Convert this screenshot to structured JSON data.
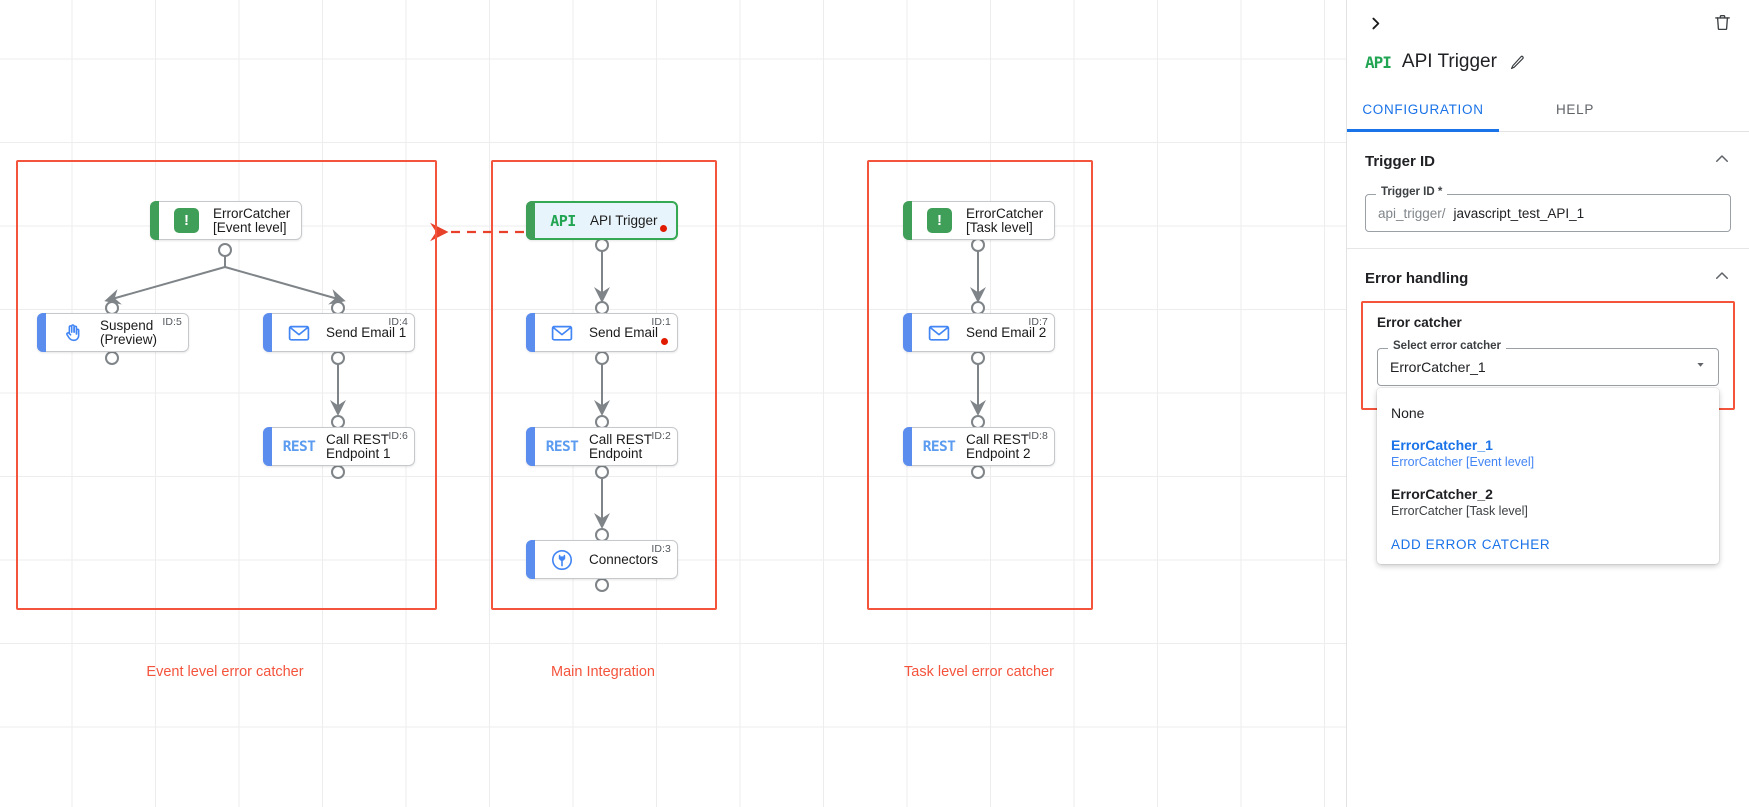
{
  "canvas": {
    "groups": [
      {
        "id": "event-level",
        "label": "Event level error catcher"
      },
      {
        "id": "main-integration",
        "label": "Main Integration"
      },
      {
        "id": "task-level",
        "label": "Task level error catcher"
      }
    ],
    "nodes": [
      {
        "key": "errorcatcher_event",
        "label": "ErrorCatcher\n[Event level]",
        "icon": "error-catcher-icon",
        "accent": "#3f9e57",
        "id_badge": "",
        "selected": false,
        "error_dot": false
      },
      {
        "key": "suspend",
        "label": "Suspend\n(Preview)",
        "icon": "suspend-hand-icon",
        "accent": "#5b8def",
        "id_badge": "ID:5",
        "selected": false,
        "error_dot": false
      },
      {
        "key": "send_email_1",
        "label": "Send Email 1",
        "icon": "email-icon",
        "accent": "#5b8def",
        "id_badge": "ID:4",
        "selected": false,
        "error_dot": false
      },
      {
        "key": "call_rest_1",
        "label": "Call REST\nEndpoint 1",
        "icon": "rest-icon",
        "accent": "#5b8def",
        "id_badge": "ID:6",
        "selected": false,
        "error_dot": false
      },
      {
        "key": "api_trigger",
        "label": "API Trigger",
        "icon": "api-icon",
        "accent": "#3f9e57",
        "id_badge": "",
        "selected": true,
        "error_dot": true
      },
      {
        "key": "send_email",
        "label": "Send Email",
        "icon": "email-icon",
        "accent": "#5b8def",
        "id_badge": "ID:1",
        "selected": false,
        "error_dot": true
      },
      {
        "key": "call_rest",
        "label": "Call REST\nEndpoint",
        "icon": "rest-icon",
        "accent": "#5b8def",
        "id_badge": "ID:2",
        "selected": false,
        "error_dot": false
      },
      {
        "key": "connectors",
        "label": "Connectors",
        "icon": "connectors-icon",
        "accent": "#5b8def",
        "id_badge": "ID:3",
        "selected": false,
        "error_dot": false
      },
      {
        "key": "errorcatcher_task",
        "label": "ErrorCatcher\n[Task level]",
        "icon": "error-catcher-icon",
        "accent": "#3f9e57",
        "id_badge": "",
        "selected": false,
        "error_dot": false
      },
      {
        "key": "send_email_2",
        "label": "Send Email 2",
        "icon": "email-icon",
        "accent": "#5b8def",
        "id_badge": "ID:7",
        "selected": false,
        "error_dot": false
      },
      {
        "key": "call_rest_2",
        "label": "Call REST\nEndpoint 2",
        "icon": "rest-icon",
        "accent": "#5b8def",
        "id_badge": "ID:8",
        "selected": false,
        "error_dot": false
      }
    ],
    "colors": {
      "group_border": "#f4533c",
      "node_accent_green": "#3f9e57",
      "node_accent_blue": "#5b8def",
      "selected_border": "#34a853",
      "selected_fill": "#e8f4fb",
      "error_dot": "#e01b00",
      "connector": "#7f8488",
      "grid": "#ededed"
    }
  },
  "panel": {
    "collapse_icon": "chevron-right-icon",
    "delete_icon": "trash-icon",
    "logo_text": "API",
    "title": "API Trigger",
    "edit_icon": "pencil-icon",
    "tabs": [
      {
        "label": "CONFIGURATION",
        "active": true
      },
      {
        "label": "HELP",
        "active": false
      }
    ],
    "trigger_section": {
      "heading": "Trigger ID",
      "collapse_icon": "chevron-up-icon",
      "field_label": "Trigger ID *",
      "prefix": "api_trigger/",
      "value": "javascript_test_API_1"
    },
    "error_section": {
      "heading": "Error handling",
      "collapse_icon": "chevron-up-icon",
      "box_title": "Error catcher",
      "select_label": "Select error catcher",
      "selected_value": "ErrorCatcher_1",
      "dropdown_icon": "chevron-down-icon",
      "options": [
        {
          "main": "None",
          "sub": "",
          "selected": false
        },
        {
          "main": "ErrorCatcher_1",
          "sub": "ErrorCatcher [Event level]",
          "selected": true
        },
        {
          "main": "ErrorCatcher_2",
          "sub": "ErrorCatcher [Task level]",
          "selected": false
        }
      ],
      "add_action": "ADD ERROR CATCHER"
    }
  }
}
